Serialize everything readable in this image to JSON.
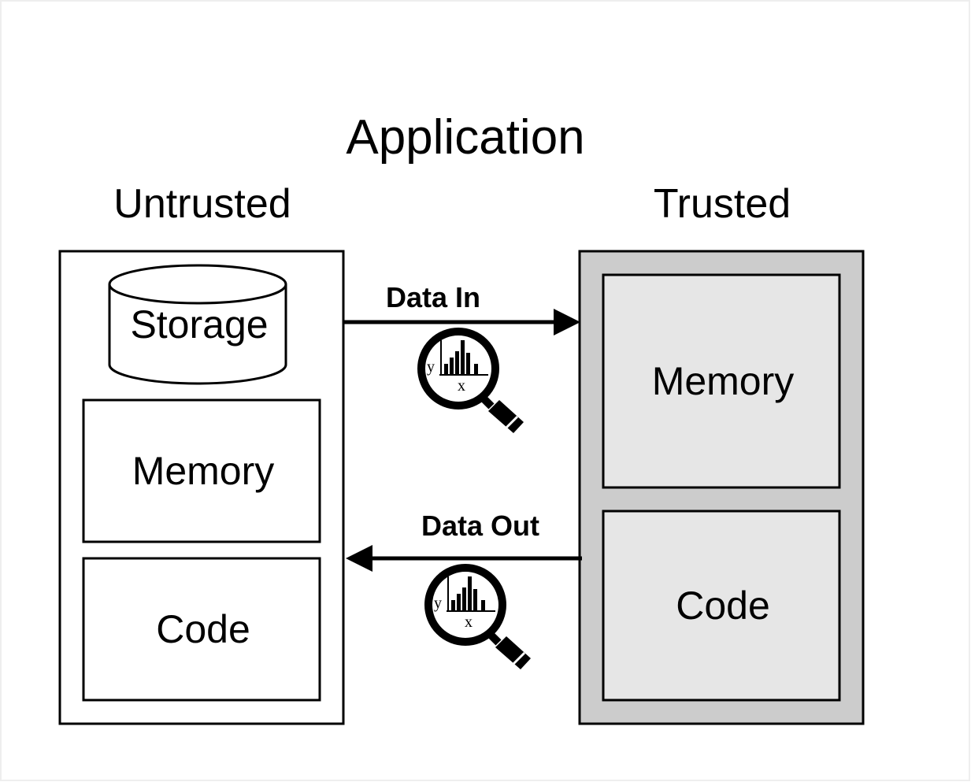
{
  "title": "Application",
  "untrusted": {
    "heading": "Untrusted",
    "storage_label": "Storage",
    "memory_label": "Memory",
    "code_label": "Code"
  },
  "trusted": {
    "heading": "Trusted",
    "memory_label": "Memory",
    "code_label": "Code"
  },
  "flows": {
    "data_in_label": "Data In",
    "data_out_label": "Data Out"
  },
  "inspector_icon": {
    "name": "magnifier-chart-icon",
    "y_label": "y",
    "x_label": "x"
  },
  "colors": {
    "trusted_outer": "#cccccc",
    "trusted_inner": "#e6e6e6",
    "stroke": "#000000"
  }
}
